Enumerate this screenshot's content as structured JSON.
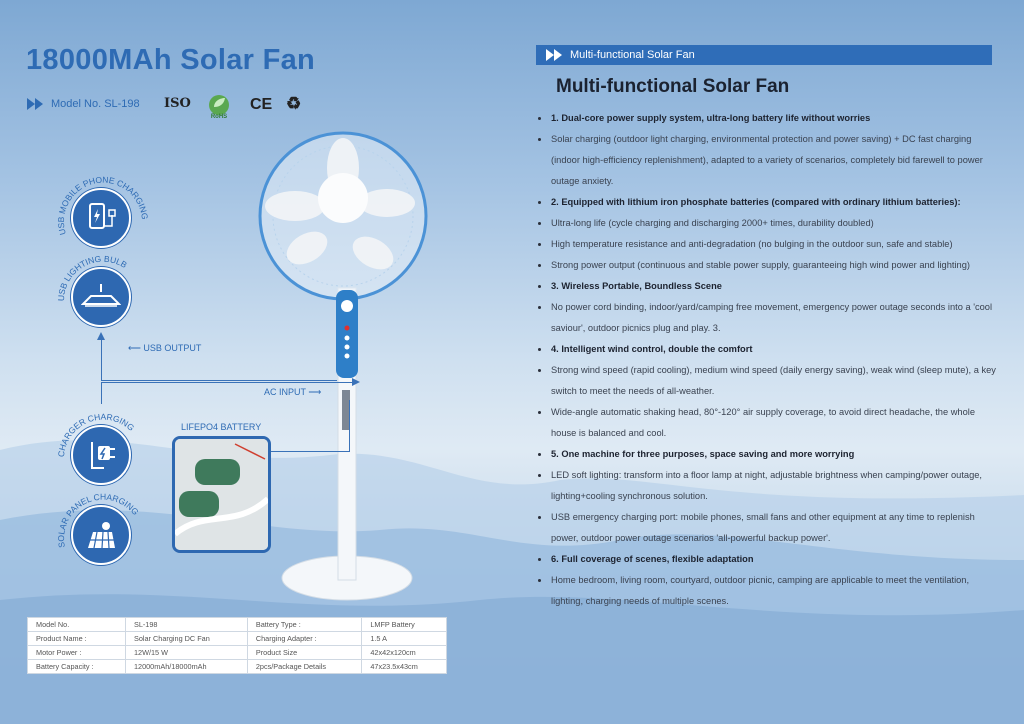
{
  "left": {
    "title": "18000MAh Solar Fan",
    "model_label": "Model No. SL-198",
    "certifications": [
      "ISO",
      "RoHS",
      "CE",
      "recycle"
    ],
    "features": [
      {
        "label": "USB MOBILE PHONE CHARGING",
        "icon": "phone-charging-icon"
      },
      {
        "label": "USB LIGHTING BULB",
        "icon": "light-bulb-icon"
      },
      {
        "label": "CHARGER CHARGING",
        "icon": "charger-plug-icon"
      },
      {
        "label": "SOLAR PANEL CHARGING",
        "icon": "solar-panel-icon"
      }
    ],
    "usb_output": "USB OUTPUT",
    "ac_input": "AC INPUT",
    "battery_label": "LIFEPO4 BATTERY"
  },
  "spec_table": [
    [
      "Model No.",
      "SL-198",
      "Battery Type :",
      "LMFP Battery"
    ],
    [
      "Product Name :",
      "Solar Charging DC Fan",
      "Charging Adapter :",
      "1.5 A"
    ],
    [
      "Motor Power :",
      "12W/15 W",
      "Product Size",
      "42x42x120cm"
    ],
    [
      "Battery Capacity :",
      "12000mAh/18000mAh",
      "2pcs/Package Details",
      "47x23.5x43cm"
    ]
  ],
  "right": {
    "banner": "Multi-functional Solar Fan",
    "heading": "Multi-functional Solar Fan",
    "items": [
      {
        "h": true,
        "text": "1. Dual-core power supply system, ultra-long battery life without worries"
      },
      {
        "h": false,
        "text": "Solar charging (outdoor light charging, environmental protection and power saving) + DC fast charging (indoor high-efficiency replenishment), adapted to a variety of scenarios, completely bid farewell to power outage anxiety."
      },
      {
        "h": true,
        "text": "2. Equipped with lithium iron phosphate batteries (compared with ordinary lithium batteries):"
      },
      {
        "h": false,
        "text": "Ultra-long life (cycle charging and discharging 2000+ times, durability doubled)"
      },
      {
        "h": false,
        "text": "High temperature resistance and anti-degradation (no bulging in the outdoor sun, safe and stable)"
      },
      {
        "h": false,
        "text": "Strong power output (continuous and stable power supply, guaranteeing high wind power and lighting)"
      },
      {
        "h": true,
        "text": "3. Wireless Portable, Boundless Scene"
      },
      {
        "h": false,
        "text": "No power cord binding, indoor/yard/camping free movement, emergency power outage seconds into a 'cool saviour', outdoor picnics plug and play. 3."
      },
      {
        "h": true,
        "text": "4. Intelligent wind control, double the comfort"
      },
      {
        "h": false,
        "text": "Strong wind speed (rapid cooling), medium wind speed (daily energy saving), weak wind (sleep mute), a key switch to meet the needs of all-weather."
      },
      {
        "h": false,
        "text": "Wide-angle automatic shaking head, 80°-120° air supply coverage, to avoid direct headache, the whole house is balanced and cool."
      },
      {
        "h": true,
        "text": "5. One machine for three purposes, space saving and more worrying"
      },
      {
        "h": false,
        "text": "LED soft lighting: transform into a floor lamp at night, adjustable brightness when camping/power outage, lighting+cooling synchronous solution."
      },
      {
        "h": false,
        "text": "USB emergency charging port: mobile phones, small fans and other equipment at any time to replenish power, outdoor power outage scenarios 'all-powerful backup power'."
      },
      {
        "h": true,
        "text": "6. Full coverage of scenes, flexible adaptation"
      },
      {
        "h": false,
        "text": "Home bedroom, living room, courtyard, outdoor picnic, camping are applicable to meet the ventilation, lighting, charging needs of multiple scenes."
      }
    ]
  },
  "colors": {
    "brand": "#2e6bb4",
    "banner": "#2f6db8",
    "text": "#3a4250"
  }
}
